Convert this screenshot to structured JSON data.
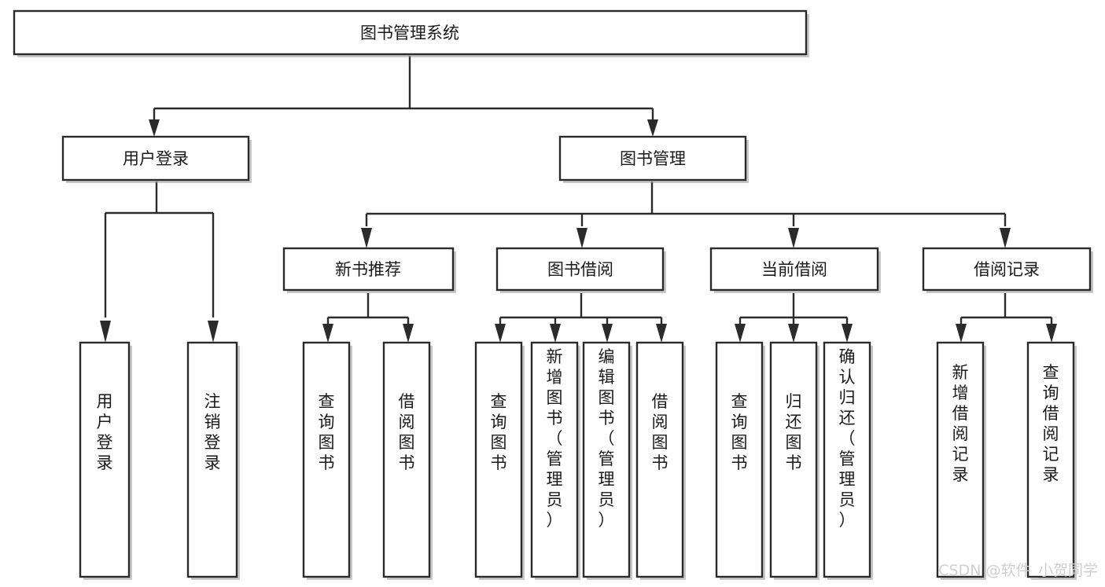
{
  "diagram": {
    "title": "图书管理系统",
    "type": "tree-hierarchy",
    "root": {
      "id": "root",
      "label": "图书管理系统"
    },
    "level1": [
      {
        "id": "user-login",
        "label": "用户登录"
      },
      {
        "id": "book-manage",
        "label": "图书管理"
      }
    ],
    "level2": [
      {
        "id": "new-book-recommend",
        "label": "新书推荐",
        "parent": "book-manage"
      },
      {
        "id": "book-borrow",
        "label": "图书借阅",
        "parent": "book-manage"
      },
      {
        "id": "current-borrow",
        "label": "当前借阅",
        "parent": "book-manage"
      },
      {
        "id": "borrow-record",
        "label": "借阅记录",
        "parent": "book-manage"
      }
    ],
    "leaves": [
      {
        "id": "leaf-user-login",
        "label": "用户登录",
        "parent": "user-login"
      },
      {
        "id": "leaf-logout-login",
        "label": "注销登录",
        "parent": "user-login"
      },
      {
        "id": "leaf-query-book-1",
        "label": "查询图书",
        "parent": "new-book-recommend"
      },
      {
        "id": "leaf-borrow-book-1",
        "label": "借阅图书",
        "parent": "new-book-recommend"
      },
      {
        "id": "leaf-query-book-2",
        "label": "查询图书",
        "parent": "book-borrow"
      },
      {
        "id": "leaf-add-book",
        "label": "新增图书（管理员）",
        "parent": "book-borrow"
      },
      {
        "id": "leaf-edit-book",
        "label": "编辑图书（管理员）",
        "parent": "book-borrow"
      },
      {
        "id": "leaf-borrow-book-2",
        "label": "借阅图书",
        "parent": "book-borrow"
      },
      {
        "id": "leaf-query-book-3",
        "label": "查询图书",
        "parent": "current-borrow"
      },
      {
        "id": "leaf-return-book",
        "label": "归还图书",
        "parent": "current-borrow"
      },
      {
        "id": "leaf-confirm-return",
        "label": "确认归还（管理员）",
        "parent": "current-borrow"
      },
      {
        "id": "leaf-add-record",
        "label": "新增借阅记录",
        "parent": "borrow-record"
      },
      {
        "id": "leaf-query-record",
        "label": "查询借阅记录",
        "parent": "borrow-record"
      }
    ],
    "watermark": "CSDN @软件_小贺同学",
    "colors": {
      "box_stroke": "#2b2b2b",
      "box_fill": "#ffffff",
      "text": "#1a1a1a",
      "watermark": "#cfcfcf",
      "background": "#ffffff"
    }
  }
}
